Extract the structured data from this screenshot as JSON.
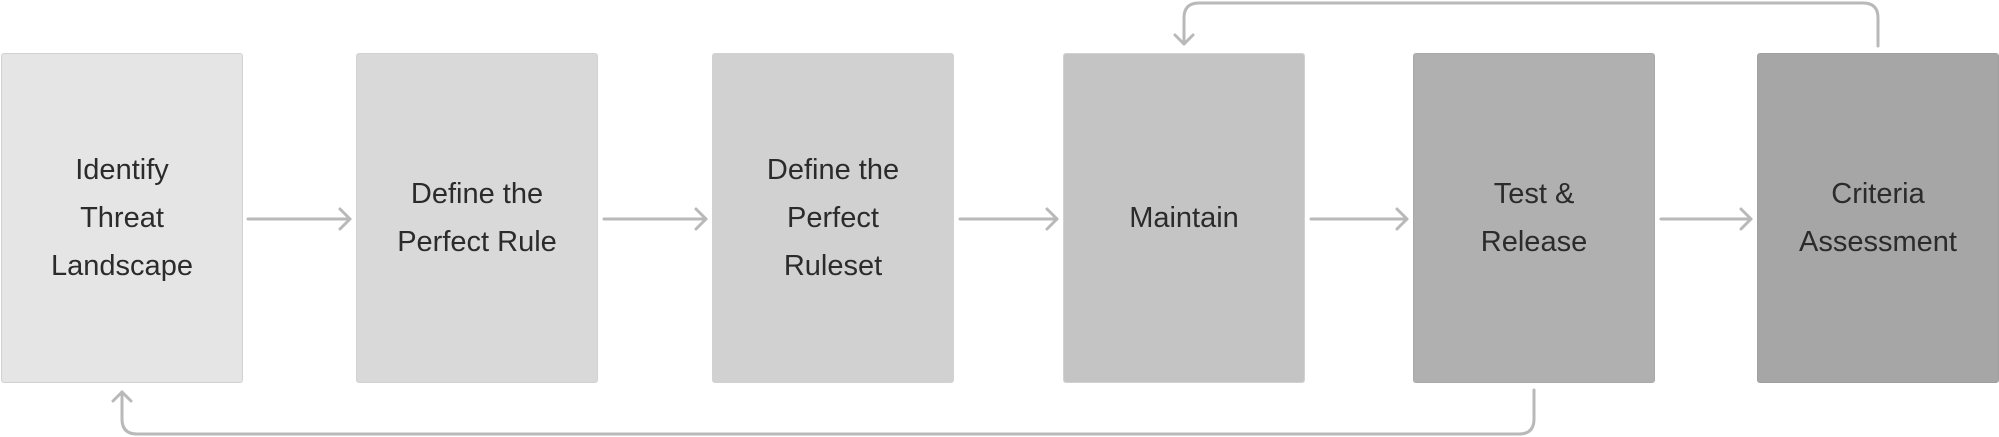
{
  "diagram": {
    "steps": [
      {
        "label": "Identify\nThreat\nLandscape"
      },
      {
        "label": "Define the\nPerfect Rule"
      },
      {
        "label": "Define the\nPerfect\nRuleset"
      },
      {
        "label": "Maintain"
      },
      {
        "label": "Test &\nRelease"
      },
      {
        "label": "Criteria\nAssessment"
      }
    ]
  },
  "colors": {
    "connector": "#b9b9b9",
    "text": "#2b2b2b",
    "step_fills": [
      "#e5e5e5",
      "#d9d9d9",
      "#d1d1d1",
      "#c4c4c4",
      "#b0b0b0",
      "#a6a6a6"
    ]
  }
}
